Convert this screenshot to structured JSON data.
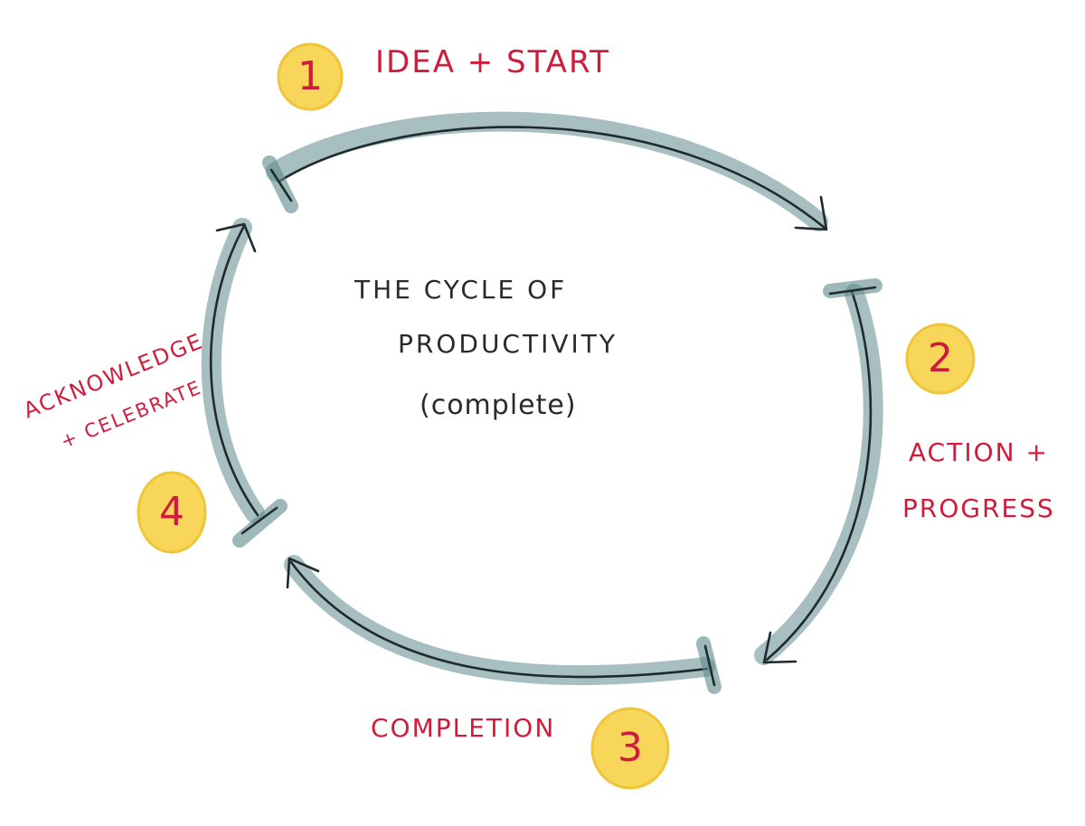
{
  "title": {
    "line1": "THE CYCLE OF",
    "line2": "PRODUCTIVITY",
    "line3": "(complete)"
  },
  "stages": [
    {
      "number": "1",
      "label_lines": [
        "IDEA + START"
      ]
    },
    {
      "number": "2",
      "label_lines": [
        "ACTION +",
        "PROGRESS"
      ]
    },
    {
      "number": "3",
      "label_lines": [
        "COMPLETION"
      ]
    },
    {
      "number": "4",
      "label_lines": [
        "ACKNOWLEDGE",
        "+ CELEBRATE"
      ]
    }
  ],
  "colors": {
    "label_red": "#d01c3c",
    "badge_yellow": "#f7d659",
    "badge_yellow_edge": "#efc53a",
    "arrow_shadow": "#5e8a8c",
    "ink": "#1e2a2e"
  }
}
